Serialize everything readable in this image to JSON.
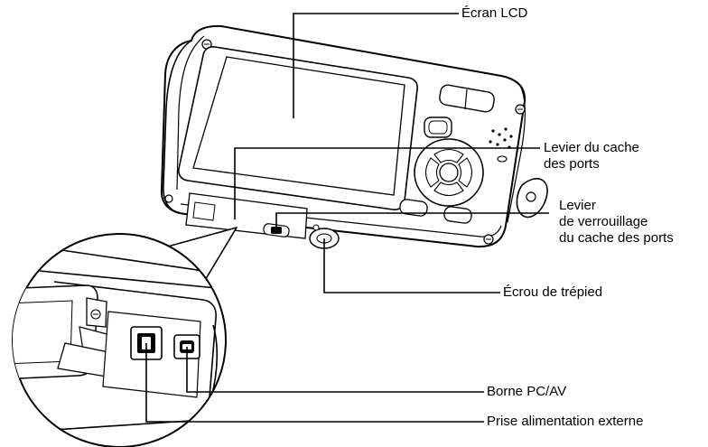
{
  "callouts": {
    "lcd_screen": "Écran LCD",
    "port_cover_lever_line1": "Levier du cache",
    "port_cover_lever_line2": "des ports",
    "port_cover_lock_line1": "Levier",
    "port_cover_lock_line2": "de verrouillage",
    "port_cover_lock_line3": "du cache des ports",
    "tripod_socket": "Écrou de trépied",
    "pc_av_terminal": "Borne PC/AV",
    "dc_input": "Prise alimentation externe"
  }
}
